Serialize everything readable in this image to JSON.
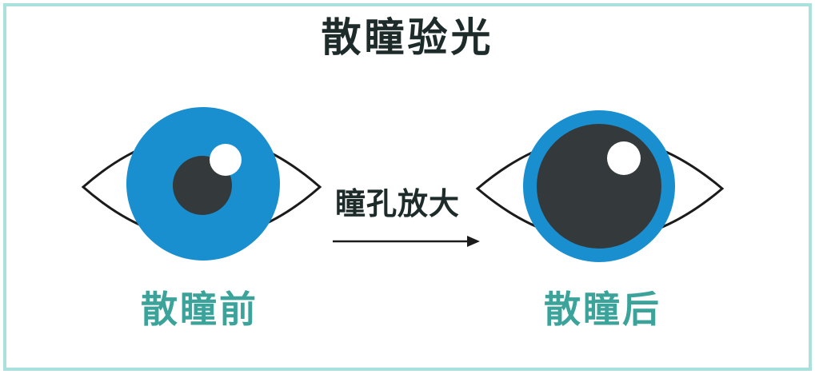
{
  "title": "散瞳验光",
  "middle_label": "瞳孔放大",
  "before_label": "散瞳前",
  "after_label": "散瞳后",
  "colors": {
    "border": "#a9e1dc",
    "iris": "#1a8fd0",
    "pupil": "#343a3c",
    "title_text": "#1d2b2a",
    "caption_text": "#3ba39a"
  }
}
